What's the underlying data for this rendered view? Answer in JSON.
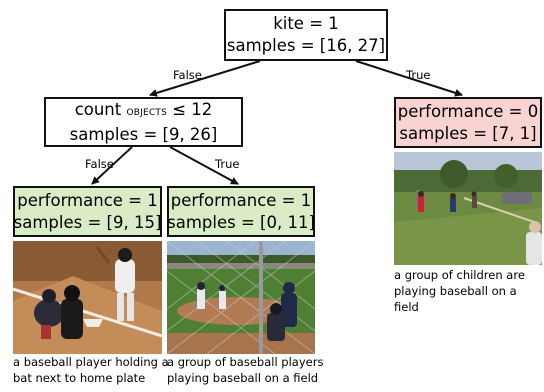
{
  "nodes": {
    "root": {
      "line1": "kite = 1",
      "line2": "samples = [16, 27]"
    },
    "mid": {
      "line1_pre": "count ",
      "line1_small": "OBJECTS",
      "line1_post": " ≤ 12",
      "line2": "samples = [9, 26]"
    },
    "right": {
      "line1": "performance = 0",
      "line2": "samples = [7, 1]"
    },
    "left_left": {
      "line1": "performance = 1",
      "line2": "samples = [9, 15]"
    },
    "left_right": {
      "line1": "performance = 1",
      "line2": "samples = [0, 11]"
    }
  },
  "edges": {
    "root_false": "False",
    "root_true": "True",
    "mid_false": "False",
    "mid_true": "True"
  },
  "captions": {
    "left_left": "a baseball player holding a bat next to home plate",
    "left_right": "a group of baseball players playing baseball on a field",
    "right": "a group of children are playing baseball on a field"
  },
  "colors": {
    "positive_leaf": "#d9ecc6",
    "negative_leaf": "#f8d3d2",
    "border": "#111111"
  }
}
